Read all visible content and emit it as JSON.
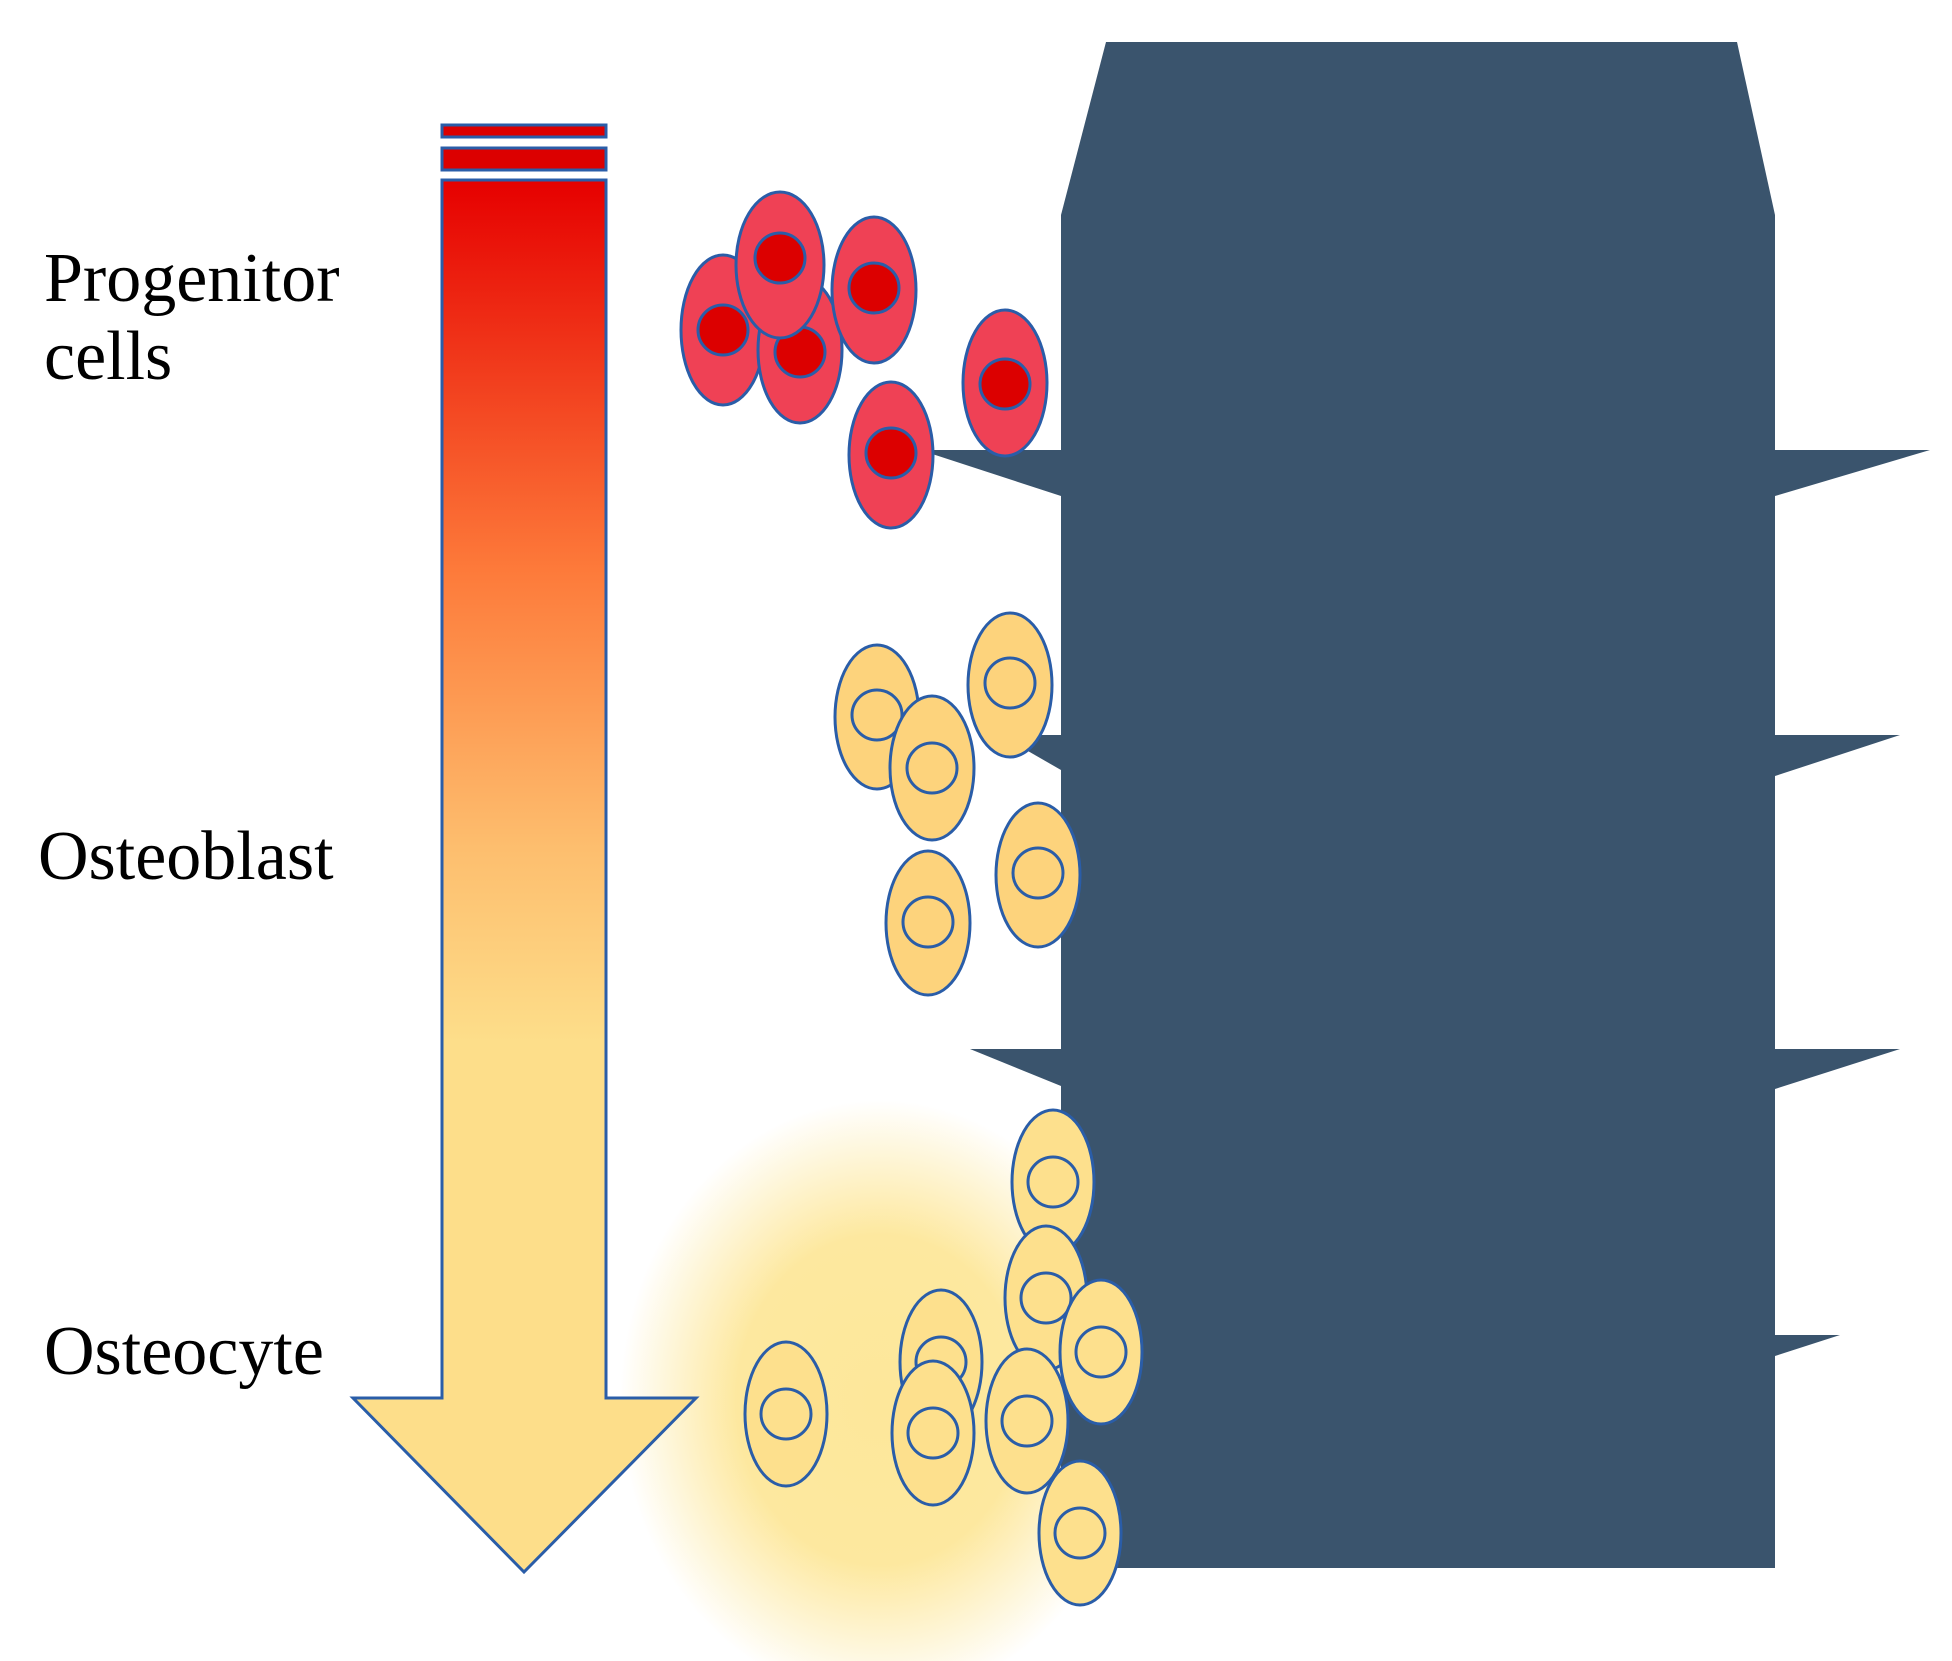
{
  "labels": {
    "progenitor_line1": "Progenitor",
    "progenitor_line2": "cells",
    "osteoblast": "Osteoblast",
    "osteocyte": "Osteocyte"
  },
  "colors": {
    "implant": "#3a546d",
    "outline": "#2a5da8",
    "progenitor_fill": "#ef4155",
    "progenitor_nucleus": "#dc0000",
    "osteoblast_fill": "#fdd37c",
    "osteocyte_fill": "#fde08d",
    "arrow_top": "#e60000",
    "arrow_mid": "#fd7a3a",
    "arrow_bottom": "#fdde8a",
    "glow": "#fde79a"
  },
  "icons": {
    "differentiation_arrow": "down-arrow-gradient-icon",
    "implant": "threaded-implant-icon",
    "cells": "cell-icon"
  }
}
